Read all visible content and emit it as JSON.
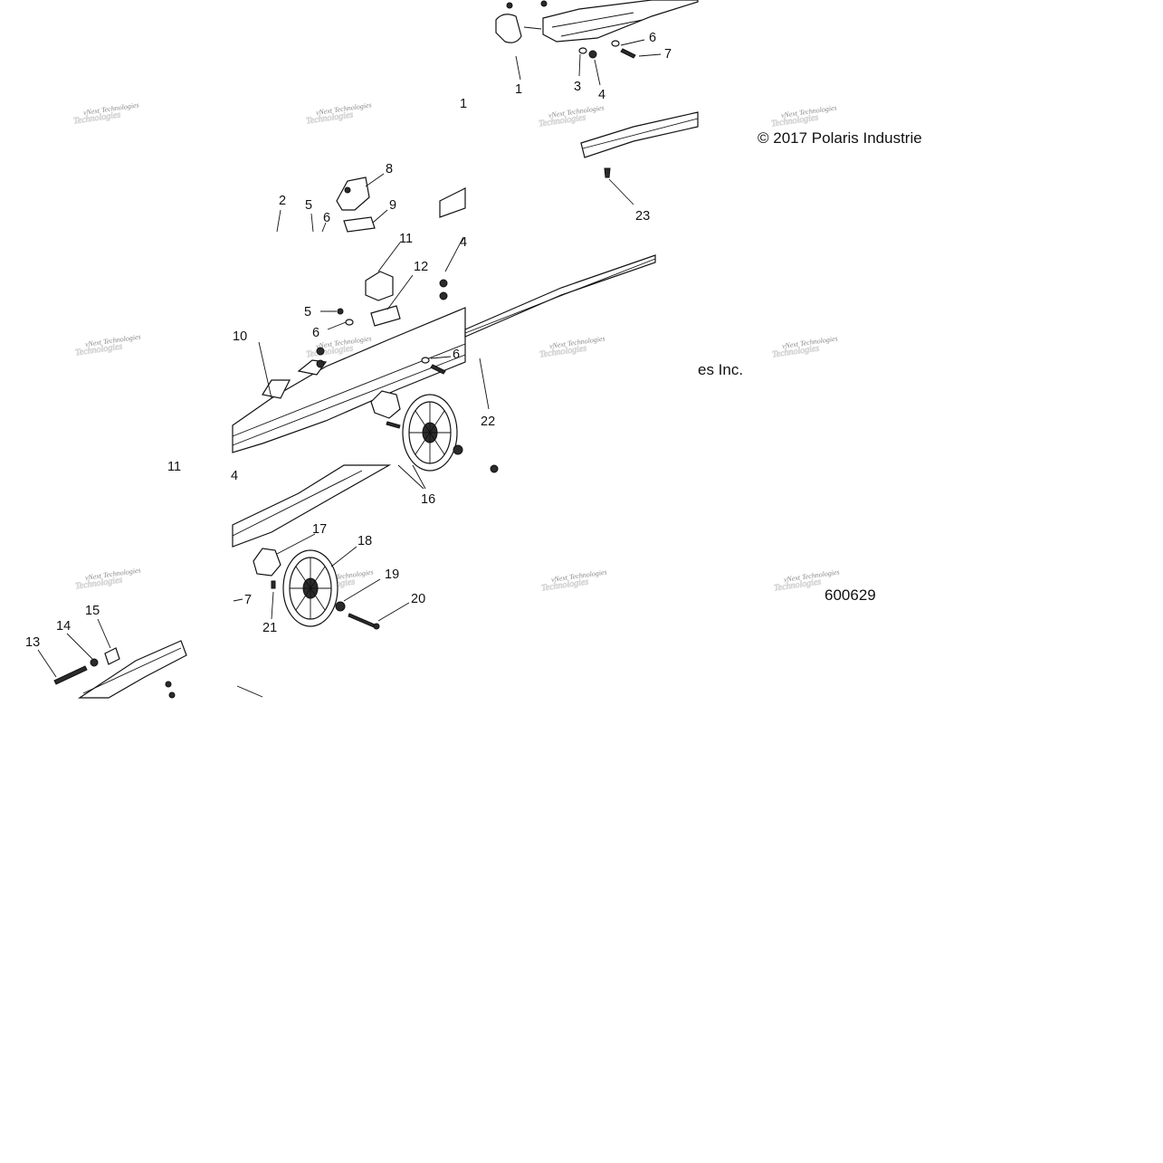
{
  "copyright": {
    "line1": "© 2017 Polaris Industrie",
    "line2_fragment": "es Inc."
  },
  "drawing_number": "600629",
  "watermark": {
    "text": "vNext Technologies"
  },
  "callouts": {
    "c1": "1",
    "c1b": "1",
    "c2": "2",
    "c3": "3",
    "c4": "4",
    "c4b": "4",
    "c4c": "4",
    "c5a": "5",
    "c5b": "5",
    "c6a": "6",
    "c6b": "6",
    "c6c": "6",
    "c6d": "6",
    "c7a": "7",
    "c7b": "7",
    "c8": "8",
    "c9": "9",
    "c10": "10",
    "c11": "11",
    "c11b": "11",
    "c12": "12",
    "c13": "13",
    "c14": "14",
    "c15": "15",
    "c16": "16",
    "c17": "17",
    "c18": "18",
    "c19": "19",
    "c20": "20",
    "c21": "21",
    "c22": "22",
    "c23": "23"
  }
}
